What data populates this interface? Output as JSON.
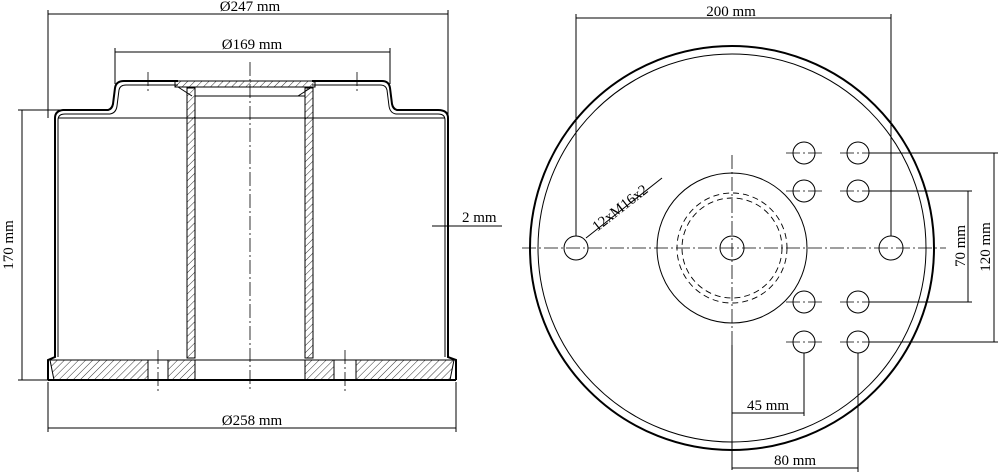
{
  "side_view": {
    "dim_top_outer": "Ø247 mm",
    "dim_top_inner": "Ø169 mm",
    "dim_height": "170 mm",
    "dim_wall": "2 mm",
    "dim_bottom": "Ø258 mm"
  },
  "top_view": {
    "dim_width": "200 mm",
    "dim_thread": "12xM16x2",
    "dim_70": "70 mm",
    "dim_120": "120 mm",
    "dim_45": "45 mm",
    "dim_80": "80 mm"
  }
}
